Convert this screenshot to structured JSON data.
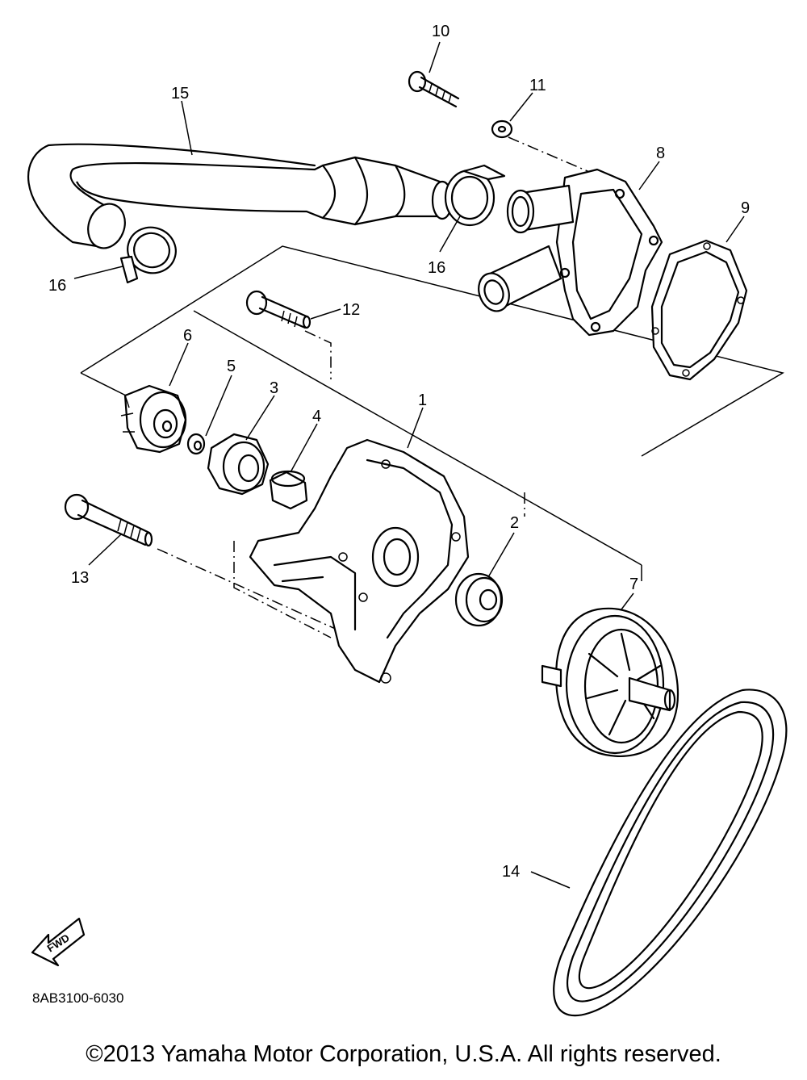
{
  "diagram_code": "8AB3100-6030",
  "copyright": "©2013 Yamaha Motor Corporation, U.S.A. All rights reserved.",
  "fwd_label": "FWD",
  "callouts": {
    "c1": "1",
    "c2": "2",
    "c3": "3",
    "c4": "4",
    "c5": "5",
    "c6": "6",
    "c7": "7",
    "c8": "8",
    "c9": "9",
    "c10": "10",
    "c11": "11",
    "c12": "12",
    "c13": "13",
    "c14": "14",
    "c15": "15",
    "c16a": "16",
    "c16b": "16"
  }
}
